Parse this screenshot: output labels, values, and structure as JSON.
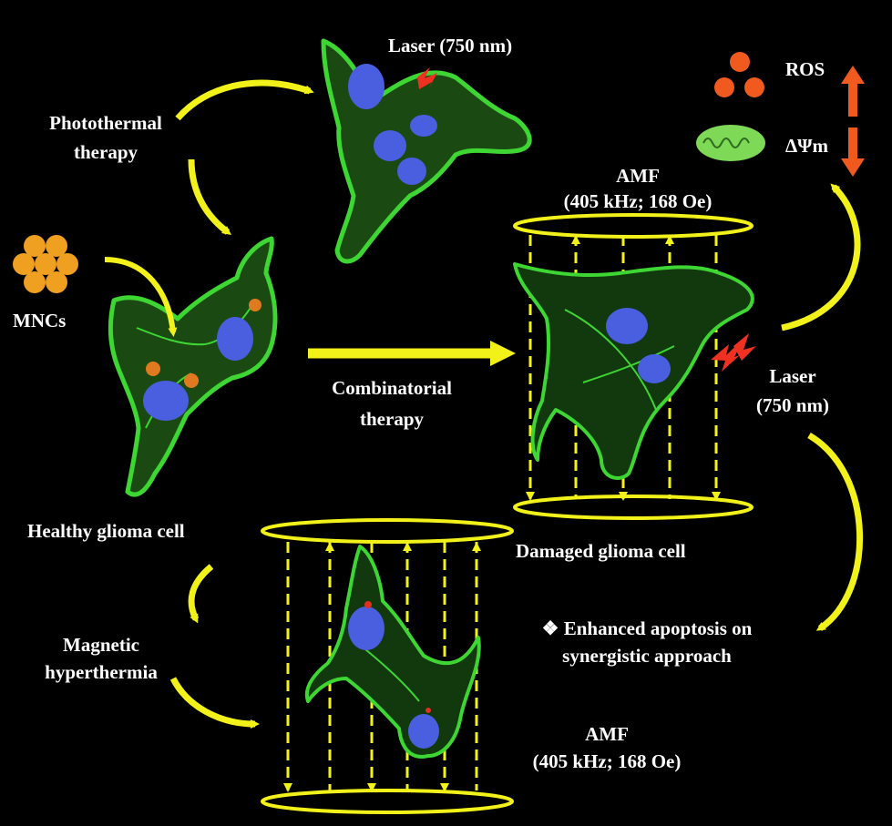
{
  "labels": {
    "laser_top": "Laser (750 nm)",
    "photothermal_line1": "Photothermal",
    "photothermal_line2": "therapy",
    "ros": "ROS",
    "delta_psi": "ΔΨm",
    "amf_top_line1": "AMF",
    "amf_top_line2": "(405 kHz; 168 Oe)",
    "mncs": "MNCs",
    "combinatorial_line1": "Combinatorial",
    "combinatorial_line2": "therapy",
    "laser_right_line1": "Laser",
    "laser_right_line2": "(750 nm)",
    "healthy_cell": "Healthy glioma cell",
    "damaged_cell": "Damaged glioma cell",
    "enhanced_line1": "❖ Enhanced apoptosis on",
    "enhanced_line2": "synergistic approach",
    "magnetic_line1": "Magnetic",
    "magnetic_line2": "hyperthermia",
    "amf_bottom_line1": "AMF",
    "amf_bottom_line2": "(405 kHz; 168 Oe)"
  },
  "colors": {
    "background": "#000000",
    "text": "#ffffff",
    "arrow_yellow": "#f2f21a",
    "cell_green": "#3dd633",
    "nucleus_blue": "#4a5ee0",
    "mnc_orange": "#f0a020",
    "ros_orange": "#f05a1e",
    "mito_green": "#7ed957",
    "laser_red": "#f03020"
  },
  "icons": {
    "laser": "lightning-bolt-icon",
    "ros": "particles-icon",
    "mitochondria": "mitochondrion-icon",
    "up": "up-arrow-icon",
    "down": "down-arrow-icon"
  }
}
